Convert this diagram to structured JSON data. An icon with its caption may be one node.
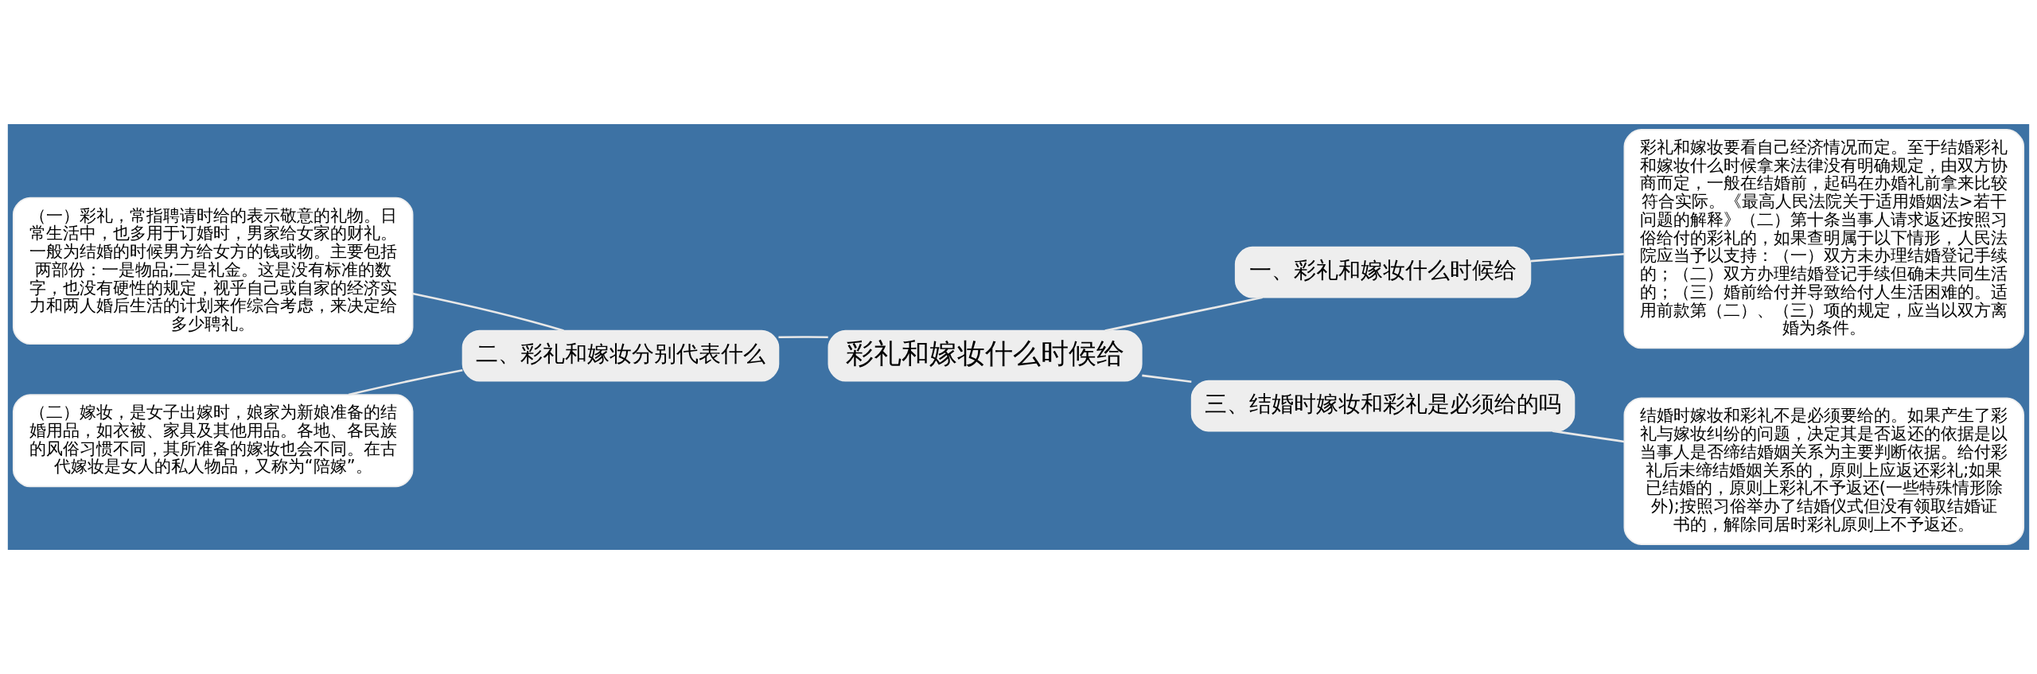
{
  "diagram": {
    "nodes": [
      {
        "text": [
          "彩礼和嫁妆什么时候给"
        ]
      },
      {
        "text": [
          "二、彩礼和嫁妆分别代表什么"
        ]
      },
      {
        "text": [
          "（一）彩礼，常指聘请时给的表示敬意的礼物。日常生活中，也多用于订婚时，男家给女家的财礼。一般为结婚的时候男方给女方的钱或物。主要包括两部份：一是物品;二是礼金。这是没有标准的数字，也没有硬性的规定，视乎自己或自家的经济实力和两人婚后生活的计划来作综合考虑，来决定给多少聘礼。"
        ]
      },
      {
        "text": [
          "（二）嫁妆，是女子出嫁时，娘家为新娘准备的结婚用品，如衣被、家具及其他用品。各地、各民族的风俗习惯不同，其所准备的嫁妆也会不同。在古代嫁妆是女人的私人物品，又称为“陪嫁”。"
        ]
      },
      {
        "text": [
          "一、彩礼和嫁妆什么时候给"
        ]
      },
      {
        "text": [
          "彩礼和嫁妆要看自己经济情况而定。至于结婚彩礼和嫁妆什么时候拿来法律没有明确规定，由双方协商而定，一般在结婚前，起码在办婚礼前拿来比较符合实际。《最高人民法院关于适用婚姻法>若干问题的解释》（二）第十条当事人请求返还按照习俗给付的彩礼的，如果查明属于以下情形，人民法院应当予以支持：（一）双方未办理结婚登记手续的；（二）双方办理结婚登记手续但确未共同生活的；（三）婚前给付并导致给付人生活困难的。适用前款第（二）、（三）项的规定，应当以双方离婚为条件。"
        ]
      },
      {
        "text": [
          "三、结婚时嫁妆和彩礼是必须给的吗"
        ]
      },
      {
        "text": [
          "结婚时嫁妆和彩礼不是必须要给的。如果产生了彩礼与嫁妆纠纷的问题，决定其是否返还的依据是以当事人是否缔结婚姻关系为主要判断依据。给付彩礼后未缔结婚姻关系的，原则上应返还彩礼;如果已结婚的，原则上彩礼不予返还(一些特殊情形除外);按照习俗举办了结婚仪式但没有领取结婚证书的，解除同居时彩礼原则上不予返还。"
        ]
      }
    ],
    "edges": [
      {
        "from": 0,
        "to": 1,
        "arrow": "none"
      },
      {
        "from": 1,
        "to": 2,
        "arrow": "none"
      },
      {
        "from": 1,
        "to": 3,
        "arrow": "none"
      },
      {
        "from": 0,
        "to": 4,
        "arrow": "none"
      },
      {
        "from": 4,
        "to": 5,
        "arrow": "none"
      },
      {
        "from": 0,
        "to": 6,
        "arrow": "none"
      },
      {
        "from": 6,
        "to": 7,
        "arrow": "none"
      }
    ]
  }
}
